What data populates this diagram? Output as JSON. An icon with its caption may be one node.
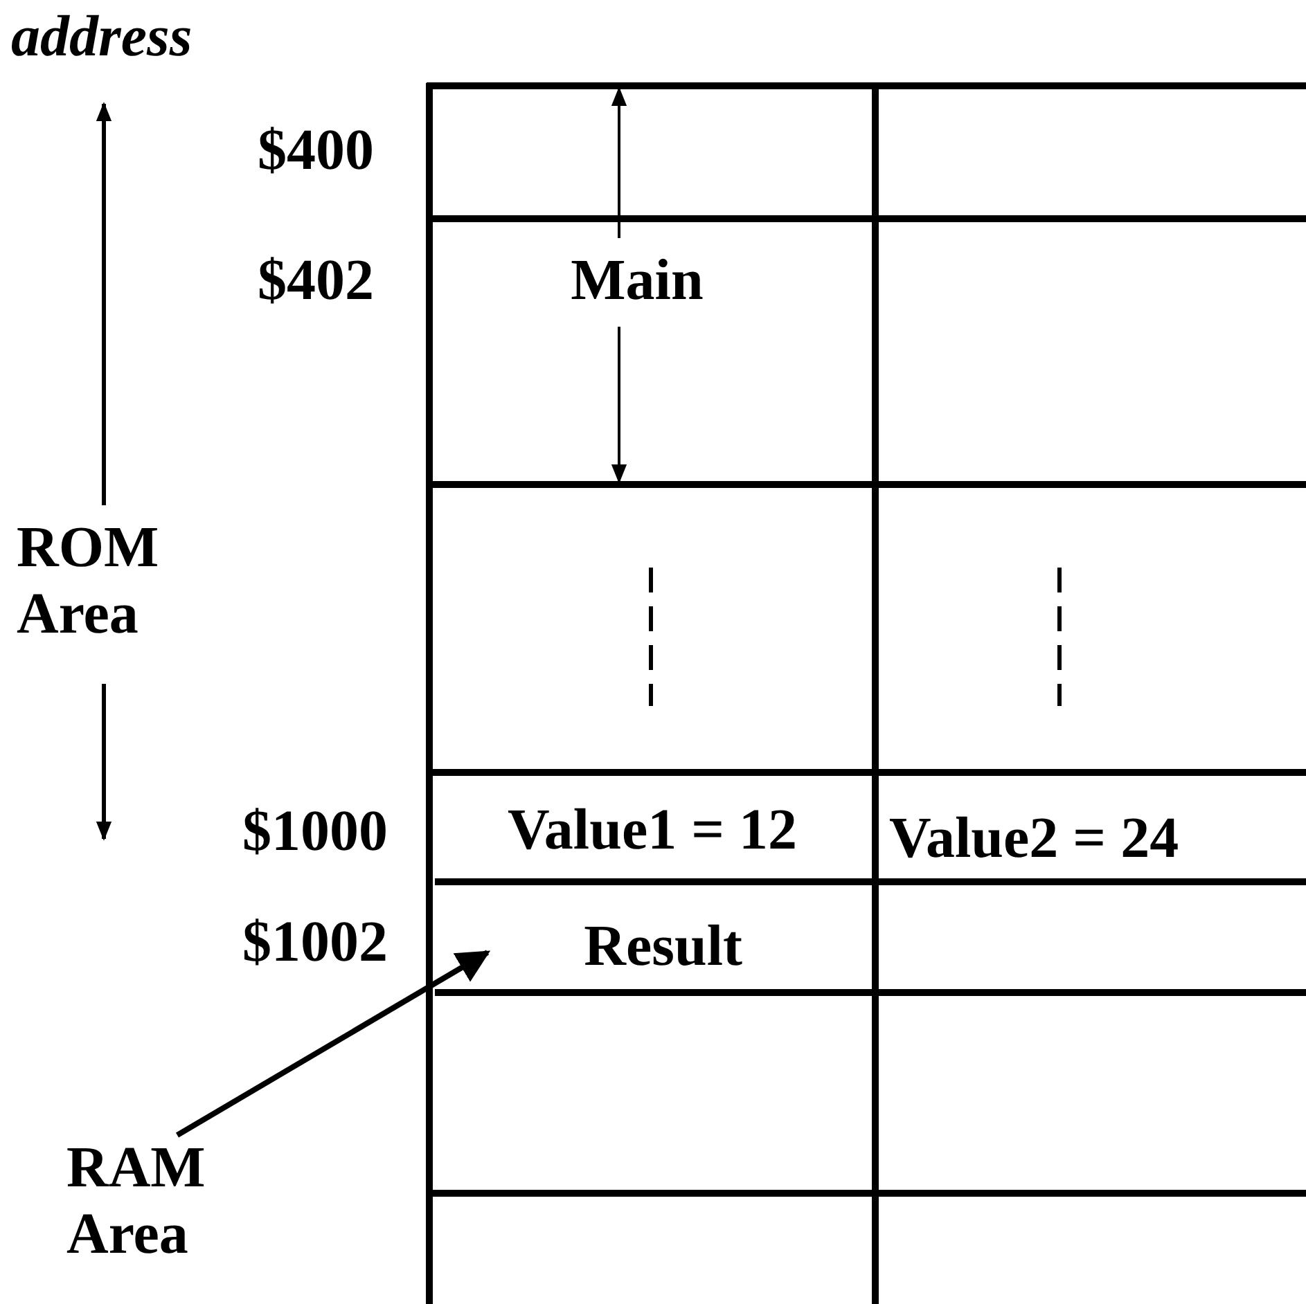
{
  "diagram": {
    "nodes": [
      {
        "text": [
          "Value1 = 12"
        ]
      },
      {
        "text": [
          "Value2 = 24"
        ]
      },
      {
        "text": [
          "Result"
        ]
      },
      {
        "text": [
          "RAM Area"
        ]
      }
    ],
    "edges": [
      {
        "from": 3,
        "to": 2,
        "arrow": "to"
      }
    ],
    "labels": [
      "address",
      "$400",
      "$402",
      "Main",
      "ROM Area",
      "$1000",
      "$1002"
    ]
  }
}
